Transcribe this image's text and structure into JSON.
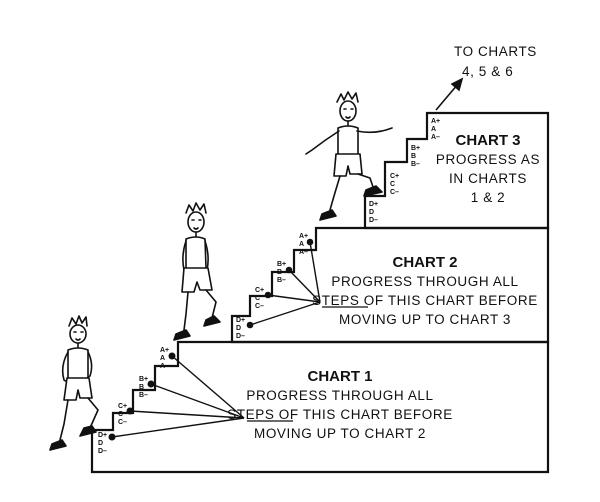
{
  "top_label": {
    "line1": "TO CHARTS",
    "line2": "4, 5 & 6"
  },
  "charts": [
    {
      "title": "CHART 1",
      "lines": [
        "PROGRESS THROUGH ALL",
        "STEPS OF THIS CHART BEFORE",
        "MOVING UP TO CHART 2"
      ],
      "underlined_word": "STEPS"
    },
    {
      "title": "CHART 2",
      "lines": [
        "PROGRESS THROUGH ALL",
        "STEPS OF THIS CHART BEFORE",
        "MOVING UP TO CHART 3"
      ],
      "underlined_word": "STEPS"
    },
    {
      "title": "CHART 3",
      "lines": [
        "PROGRESS AS",
        "IN CHARTS",
        "1 & 2"
      ]
    }
  ],
  "grades": {
    "step1": [
      "D+",
      "D",
      "D–"
    ],
    "step2": [
      "C+",
      "C",
      "C–"
    ],
    "step3": [
      "B+",
      "B",
      "B–"
    ],
    "step4": [
      "A+",
      "A",
      "A–"
    ]
  }
}
